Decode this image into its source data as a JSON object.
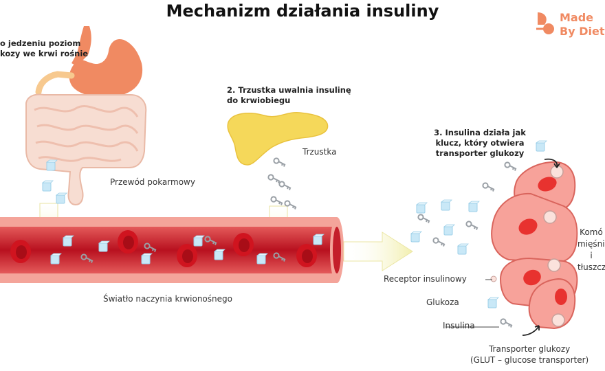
{
  "title": "Mechanizm działania insuliny",
  "logo": {
    "line1": "Made",
    "line2": "By Diet"
  },
  "steps": {
    "step1": {
      "line1": "o jedzeniu poziom",
      "line2": "kozy we krwi rośnie"
    },
    "step2": {
      "line1": "2. Trzustka uwalnia insulinę",
      "line2": "do krwiobiegu"
    },
    "step3": {
      "line1": "3. Insulina działa jak",
      "line2": "klucz, który otwiera",
      "line3": "transporter glukozy"
    }
  },
  "labels": {
    "digestive": "Przewód pokarmowy",
    "pancreas": "Trzustka",
    "lumen": "Światło naczynia krwionośnego",
    "cells_line1": "Komó",
    "cells_line2": "mięśnio",
    "cells_line3": "i",
    "cells_line4": "tłuszcz"
  },
  "legend": {
    "receptor": "Receptor insulinowy",
    "glucose": "Glukoza",
    "insulin": "Insulina",
    "transporter_line1": "Transporter glukozy",
    "transporter_line2": "(GLUT – glucose transporter)"
  },
  "colors": {
    "stomach": "#f0825c",
    "intestine": "#f6d8cc",
    "pancreas": "#f5d85a",
    "vessel": "#c41e2a",
    "vessel_wall": "#f19a8f",
    "cell": "#f7a29a",
    "nucleus": "#e8322f",
    "arrow": "#f4f1b8",
    "glucose": "#bfe3f5",
    "brand": "#f08a62"
  }
}
